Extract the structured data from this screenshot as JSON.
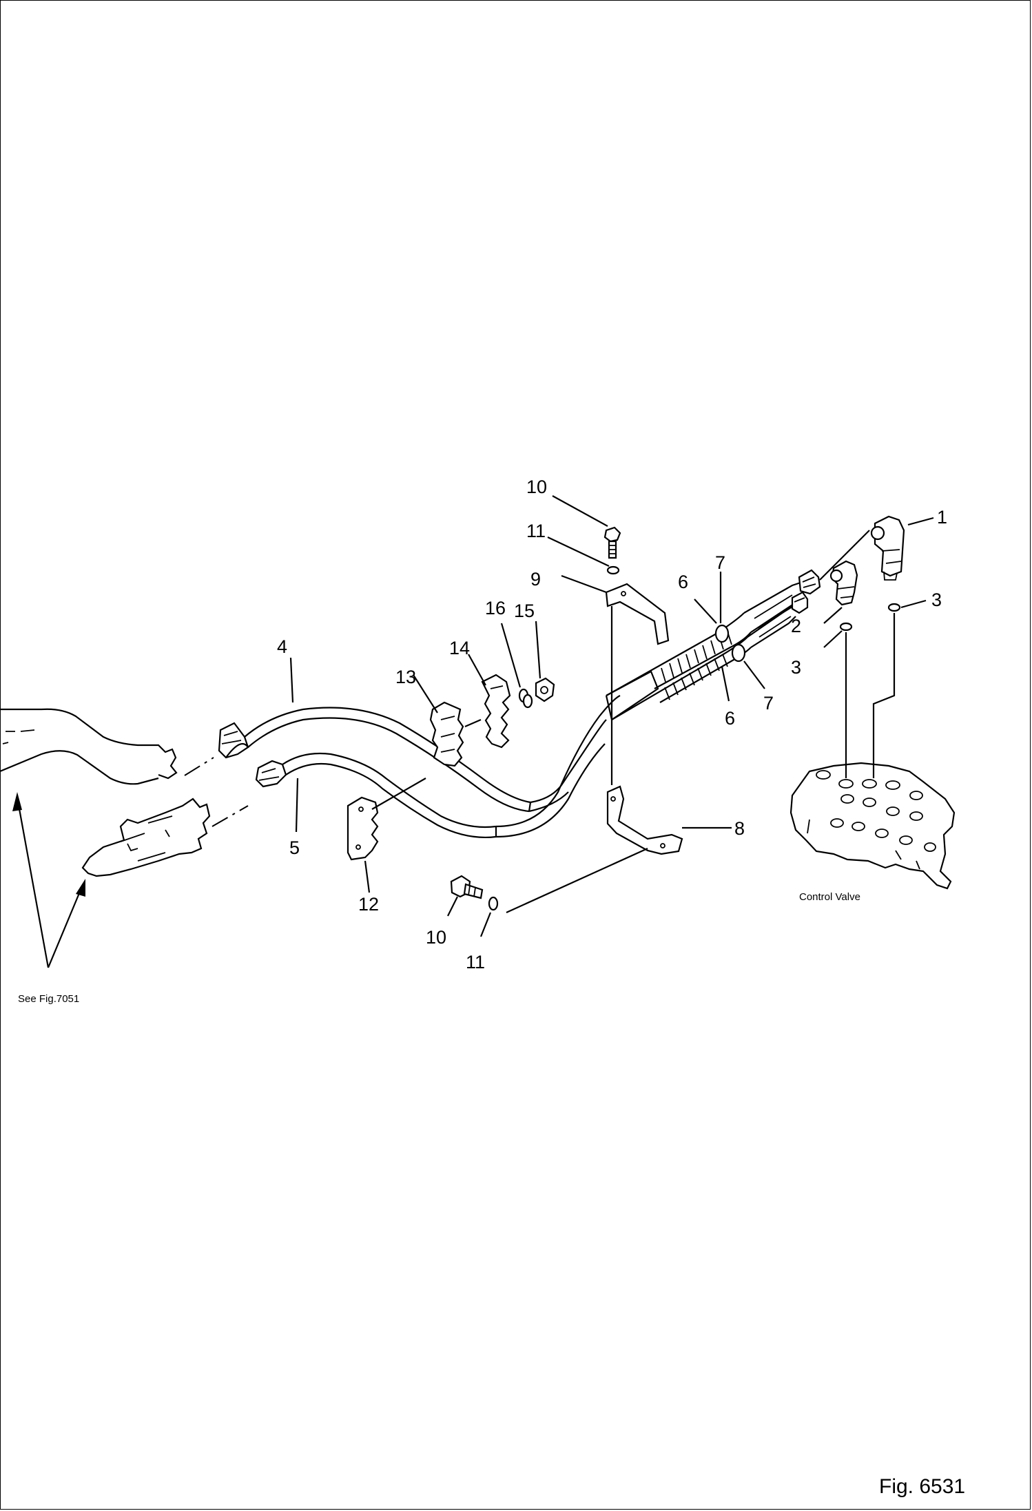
{
  "figure": {
    "label": "Fig. 6531",
    "control_valve_label": "Control Valve",
    "see_reference": "See Fig.7051"
  },
  "callouts": [
    {
      "id": "c1",
      "text": "1"
    },
    {
      "id": "c2",
      "text": "2"
    },
    {
      "id": "c3a",
      "text": "3"
    },
    {
      "id": "c3b",
      "text": "3"
    },
    {
      "id": "c4",
      "text": "4"
    },
    {
      "id": "c5",
      "text": "5"
    },
    {
      "id": "c6a",
      "text": "6"
    },
    {
      "id": "c6b",
      "text": "6"
    },
    {
      "id": "c7a",
      "text": "7"
    },
    {
      "id": "c7b",
      "text": "7"
    },
    {
      "id": "c8",
      "text": "8"
    },
    {
      "id": "c9",
      "text": "9"
    },
    {
      "id": "c10a",
      "text": "10"
    },
    {
      "id": "c10b",
      "text": "10"
    },
    {
      "id": "c11a",
      "text": "11"
    },
    {
      "id": "c11b",
      "text": "11"
    },
    {
      "id": "c12",
      "text": "12"
    },
    {
      "id": "c13",
      "text": "13"
    },
    {
      "id": "c14",
      "text": "14"
    },
    {
      "id": "c15",
      "text": "15"
    },
    {
      "id": "c16",
      "text": "16"
    }
  ]
}
